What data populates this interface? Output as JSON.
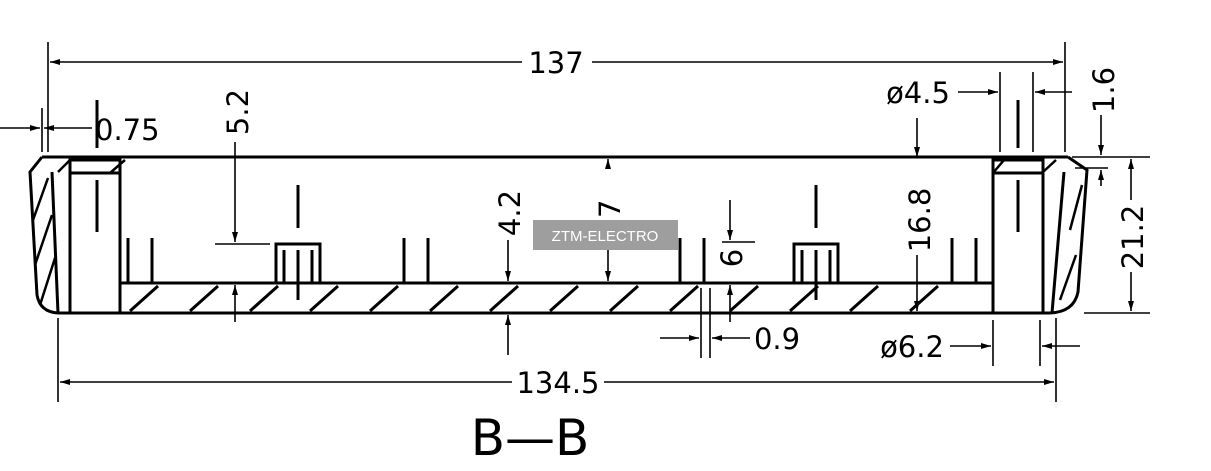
{
  "section_label": "B—B",
  "watermark": "ZTM-ELECTRO",
  "dimensions": {
    "overall_length": "137",
    "inner_length": "134.5",
    "wall_thickness": "0.75",
    "boss_depth": "5.2",
    "floor_thickness": "4.2",
    "inner_height": "17",
    "rib_height": "6",
    "rib_thickness": "0.9",
    "hole_diameter": "ø4.5",
    "boss_diameter": "ø6.2",
    "boss_height": "16.8",
    "lip_height": "1.6",
    "overall_height": "21.2"
  },
  "colors": {
    "line": "#000000",
    "watermark_bg": "#9e9e9e"
  }
}
